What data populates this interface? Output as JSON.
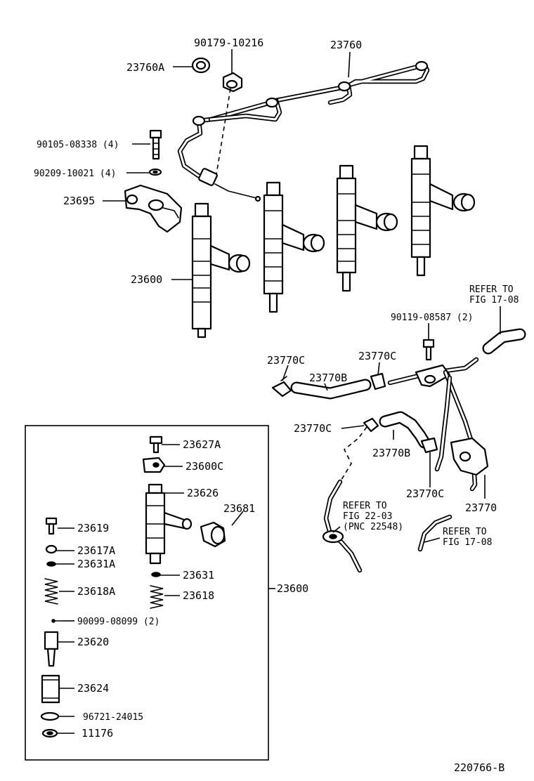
{
  "labels": {
    "clamp_bolt": "90179-10216",
    "seal": "23760A",
    "pipe": "23760",
    "bolt": "90105-08338 (4)",
    "washer": "90209-10021 (4)",
    "clamp": "23695",
    "nozzle": "23600",
    "refer_1708_top_1": "REFER TO",
    "refer_1708_top_2": "FIG 17-08",
    "union_bolt": "90119-08587 (2)",
    "clip_a": "23770C",
    "clip_b": "23770C",
    "hose_a": "23770B",
    "clip_c": "23770C",
    "hose_b": "23770B",
    "clip_d": "23770C",
    "overflow_pipe": "23770",
    "refer_2203_1": "REFER TO",
    "refer_2203_2": "FIG 22-03",
    "refer_2203_3": "(PNC 22548)",
    "refer_1708_bot_1": "REFER TO",
    "refer_1708_bot_2": "FIG 17-08",
    "detail_23627A": "23627A",
    "detail_23600C": "23600C",
    "detail_23626": "23626",
    "detail_23681": "23681",
    "detail_23619": "23619",
    "detail_23617A": "23617A",
    "detail_23631A": "23631A",
    "detail_23631": "23631",
    "detail_23618A": "23618A",
    "detail_23618": "23618",
    "detail_pin": "90099-08099 (2)",
    "detail_23620": "23620",
    "detail_23624": "23624",
    "detail_gasket": "96721-24015",
    "detail_11176": "11176",
    "detail_assembly": "23600",
    "figure_code": "220766-B"
  }
}
